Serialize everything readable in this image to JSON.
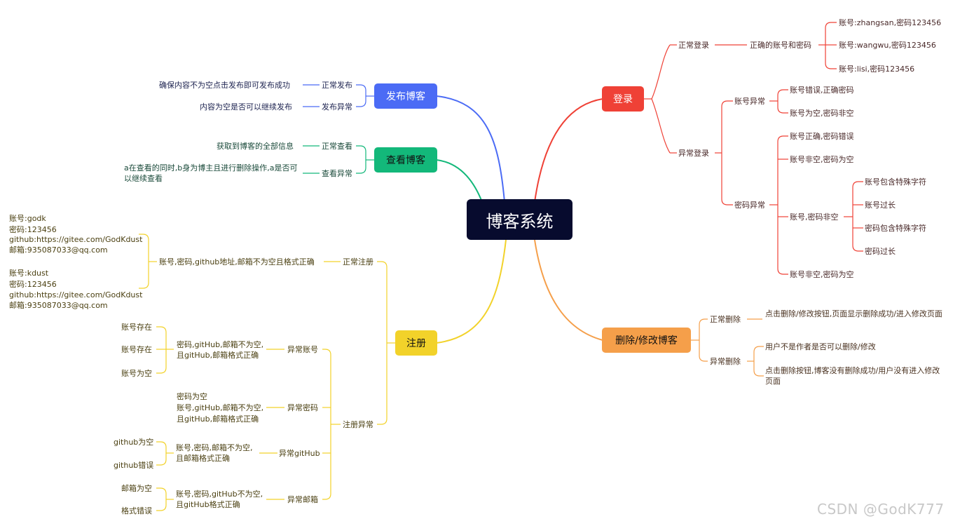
{
  "root": {
    "label": "博客系统"
  },
  "colors": {
    "login": "#ef4136",
    "publish": "#4b6bf5",
    "view": "#13b87a",
    "register": "#f2d22a",
    "delete": "#f59f4a",
    "root_bg": "#070b2e"
  },
  "login": {
    "label": "登录",
    "normal": {
      "label": "正常登录",
      "child": "正确的账号和密码",
      "accounts": [
        "账号:zhangsan,密码123456",
        "账号:wangwu,密码123456",
        "账号:lisi,密码123456"
      ]
    },
    "abnormal": {
      "label": "异常登录",
      "account_error": {
        "label": "账号异常",
        "items": [
          "账号错误,正确密码",
          "账号为空,密码非空"
        ]
      },
      "password_error": {
        "label": "密码异常",
        "items_top": [
          "账号正确,密码错误",
          "账号非空,密码为空"
        ],
        "nonempty": {
          "label": "账号,密码非空",
          "items": [
            "账号包含特殊字符",
            "账号过长",
            "密码包含特殊字符",
            "密码过长"
          ]
        },
        "item_bottom": "账号非空,密码为空"
      }
    }
  },
  "publish": {
    "label": "发布博客",
    "normal": {
      "label": "正常发布",
      "desc": "确保内容不为空点击发布即可发布成功"
    },
    "abnormal": {
      "label": "发布异常",
      "desc": "内容为空是否可以继续发布"
    }
  },
  "view": {
    "label": "查看博客",
    "normal": {
      "label": "正常查看",
      "desc": "获取到博客的全部信息"
    },
    "abnormal": {
      "label": "查看异常",
      "desc": "a在查看的同时,b身为博主且进行删除操作,a是否可以继续查看"
    }
  },
  "register": {
    "label": "注册",
    "normal": {
      "label": "正常注册",
      "desc": "账号,密码,github地址,邮箱不为空且格式正确",
      "examples": [
        [
          "账号:godk",
          "密码:123456",
          "github:https://gitee.com/GodKdust",
          "邮箱:935087033@qq.com"
        ],
        [
          "账号:kdust",
          "密码:123456",
          "github:https://gitee.com/GodKdust",
          "邮箱:935087033@qq.com"
        ]
      ]
    },
    "abnormal": {
      "label": "注册异常",
      "account": {
        "label": "异常账号",
        "cond": "密码,gitHub,邮箱不为空,且gitHub,邮箱格式正确",
        "items": [
          "账号存在",
          "账号存在",
          "账号为空"
        ]
      },
      "password": {
        "label": "异常密码",
        "lines": [
          "密码为空",
          "账号,gitHub,邮箱不为空,",
          "且gitHub,邮箱格式正确"
        ]
      },
      "github": {
        "label": "异常gitHub",
        "cond": "账号,密码,邮箱不为空,且邮箱格式正确",
        "items": [
          "github为空",
          "github错误"
        ]
      },
      "email": {
        "label": "异常邮箱",
        "cond": "账号,密码,gitHub不为空,且gitHub格式正确",
        "items": [
          "邮箱为空",
          "格式错误"
        ]
      }
    }
  },
  "delete": {
    "label": "删除/修改博客",
    "normal": {
      "label": "正常删除",
      "desc": "点击删除/修改按钮,页面显示删除成功/进入修改页面"
    },
    "abnormal": {
      "label": "异常删除",
      "items": [
        "用户不是作者是否可以删除/修改",
        "点击删除按钮,博客没有删除成功/用户没有进入修改页面"
      ]
    }
  },
  "watermark": "CSDN @GodK777"
}
